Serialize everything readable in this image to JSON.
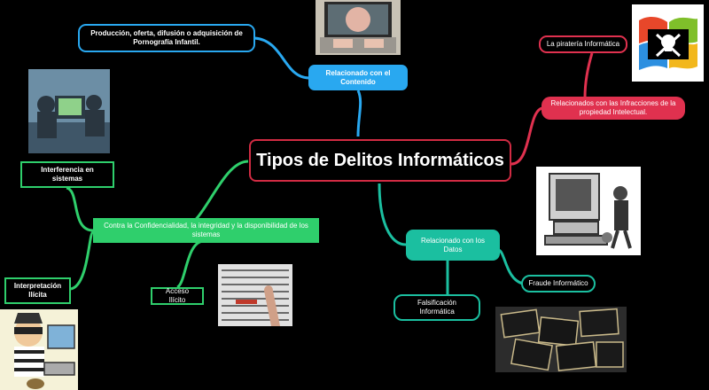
{
  "central": {
    "title": "Tipos de Delitos Informáticos"
  },
  "branches": {
    "contenido": {
      "label": "Relacionado con el Contenido",
      "child": "Producción, oferta, difusión o adquisición de Pornografía Infantil."
    },
    "propiedad": {
      "label": "Relacionados con las Infracciones de la propiedad Intelectual.",
      "child": "La piratería Informática"
    },
    "datos": {
      "label": "Relacionado con los Datos",
      "children": [
        "Fraude Informático",
        "Falsificación Informática"
      ]
    },
    "confidencialidad": {
      "label": "Contra la Confidencialidad, la integridad y la disponibilidad de los sistemas",
      "children": [
        "Interferencia en sistemas",
        "Interpretación Ilícita",
        "Acceso Ilícito"
      ]
    }
  },
  "colors": {
    "central_border": "#d12b43",
    "contenido": "#29a8f0",
    "propiedad": "#e0314f",
    "datos": "#1bbfa0",
    "confidencialidad": "#2fcf6c",
    "background": "#000000"
  },
  "images": [
    "laptop-photo",
    "windows-pirate-flag",
    "hackers-at-computer",
    "computer-thief-cartoon",
    "windows-license-stickers",
    "binary-code-finger",
    "burglar-cartoon"
  ]
}
